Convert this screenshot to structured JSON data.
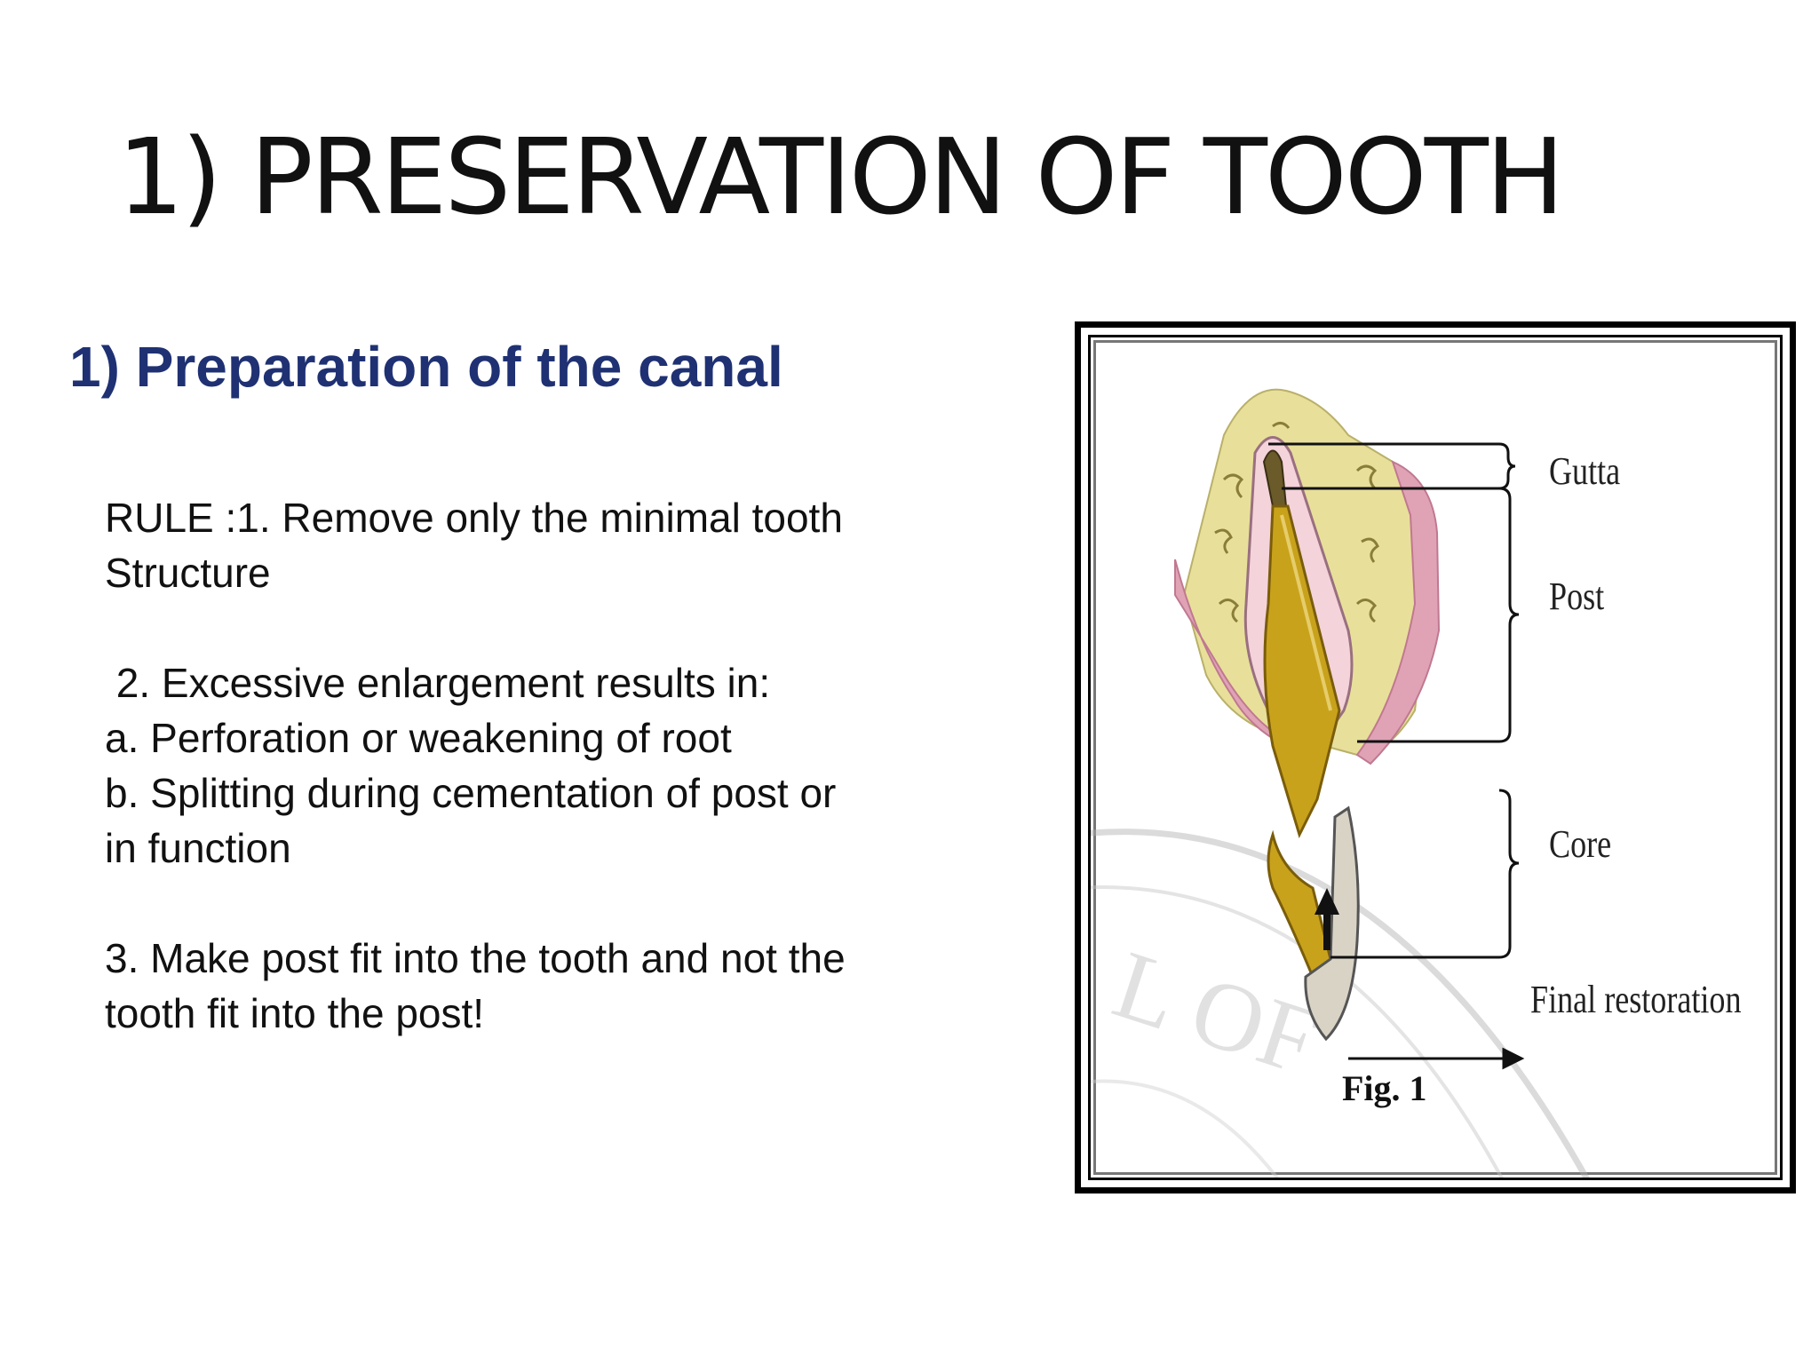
{
  "slide": {
    "title": "1) PRESERVATION OF TOOTH",
    "subtitle": "1) Preparation of the canal",
    "body": {
      "rule1_line1": "RULE :1. Remove only the minimal tooth",
      "rule1_line2": "Structure",
      "rule2_intro": " 2. Excessive enlargement results in:",
      "rule2_a": "a. Perforation or weakening of root",
      "rule2_b_line1": "b. Splitting during cementation of post or",
      "rule2_b_line2": "in function",
      "rule3_line1": "3. Make post fit into the tooth and not the",
      "rule3_line2": "tooth fit into the post!"
    }
  },
  "figure": {
    "labels": {
      "gutta": "Gutta",
      "post": "Post",
      "core": "Core",
      "final_restoration": "Final restoration"
    },
    "caption": "Fig. 1",
    "colors": {
      "bone": "#e8e09a",
      "gingiva": "#e0a3b6",
      "post": "#c9a21c",
      "post_dark": "#a9810f",
      "crown": "#cfc8b8",
      "outline": "#333333"
    }
  }
}
